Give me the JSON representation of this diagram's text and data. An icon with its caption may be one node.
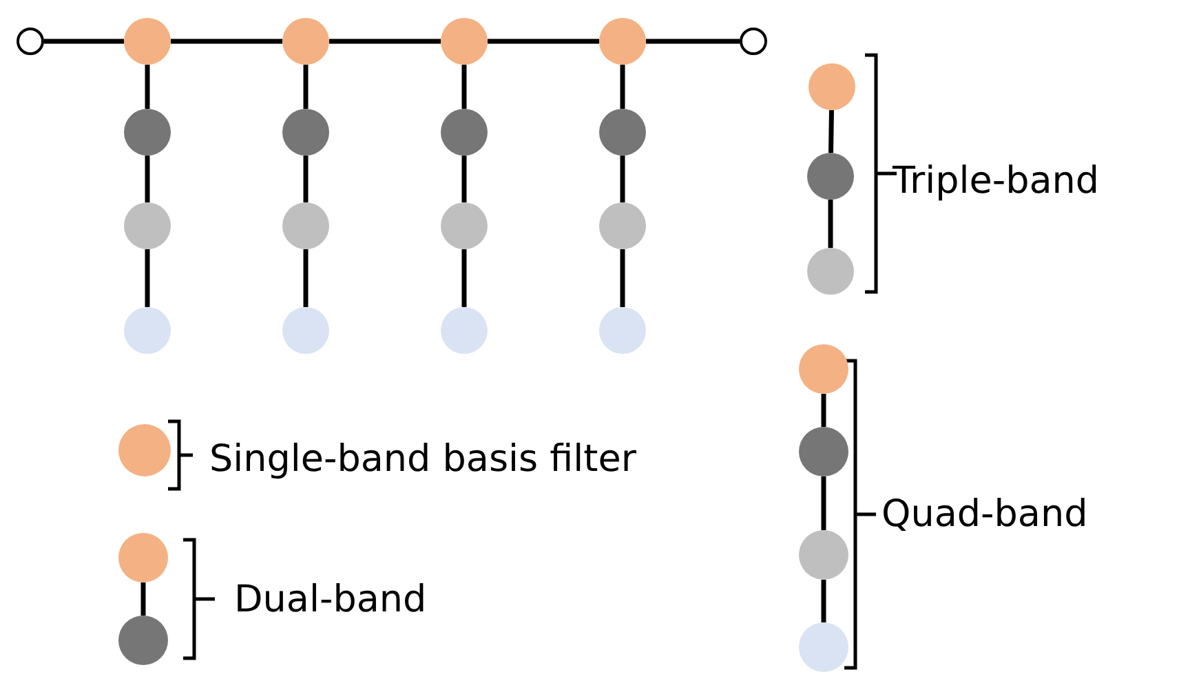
{
  "diagram": {
    "nodes": [
      {
        "text": [],
        "shape": "circle"
      },
      {
        "text": [],
        "shape": "circle"
      },
      {
        "text": [],
        "shape": "circle"
      },
      {
        "text": [],
        "shape": "circle"
      },
      {
        "text": [],
        "shape": "circle"
      },
      {
        "text": [],
        "shape": "circle"
      },
      {
        "text": [],
        "shape": "circle"
      },
      {
        "text": [],
        "shape": "circle"
      },
      {
        "text": [],
        "shape": "circle"
      },
      {
        "text": [],
        "shape": "circle"
      },
      {
        "text": [],
        "shape": "circle"
      },
      {
        "text": [],
        "shape": "circle"
      },
      {
        "text": [],
        "shape": "circle"
      },
      {
        "text": [],
        "shape": "circle"
      },
      {
        "text": [],
        "shape": "circle"
      },
      {
        "text": [],
        "shape": "circle"
      },
      {
        "text": [],
        "shape": "circle"
      },
      {
        "text": [],
        "shape": "circle"
      },
      {
        "text": [],
        "shape": "circle"
      },
      {
        "text": [],
        "shape": "circle"
      },
      {
        "text": [],
        "shape": "circle"
      },
      {
        "text": [],
        "shape": "circle"
      },
      {
        "text": [],
        "shape": "circle"
      },
      {
        "text": [],
        "shape": "circle"
      },
      {
        "text": [],
        "shape": "circle"
      },
      {
        "text": [],
        "shape": "circle"
      },
      {
        "text": [],
        "shape": "circle"
      },
      {
        "text": [],
        "shape": "circle"
      }
    ],
    "edges": [
      {
        "from": 0,
        "to": 1,
        "arrow": "none"
      },
      {
        "from": 1,
        "to": 2,
        "arrow": "none"
      },
      {
        "from": 2,
        "to": 3,
        "arrow": "none"
      },
      {
        "from": 3,
        "to": 4,
        "arrow": "none"
      },
      {
        "from": 4,
        "to": 5,
        "arrow": "none"
      },
      {
        "from": 1,
        "to": 6,
        "arrow": "none"
      },
      {
        "from": 6,
        "to": 7,
        "arrow": "none"
      },
      {
        "from": 7,
        "to": 8,
        "arrow": "none"
      },
      {
        "from": 2,
        "to": 9,
        "arrow": "none"
      },
      {
        "from": 9,
        "to": 10,
        "arrow": "none"
      },
      {
        "from": 10,
        "to": 11,
        "arrow": "none"
      },
      {
        "from": 3,
        "to": 12,
        "arrow": "none"
      },
      {
        "from": 12,
        "to": 13,
        "arrow": "none"
      },
      {
        "from": 13,
        "to": 14,
        "arrow": "none"
      },
      {
        "from": 4,
        "to": 15,
        "arrow": "none"
      },
      {
        "from": 15,
        "to": 16,
        "arrow": "none"
      },
      {
        "from": 16,
        "to": 17,
        "arrow": "none"
      },
      {
        "from": 18,
        "to": 19,
        "arrow": "none"
      },
      {
        "from": 19,
        "to": 20,
        "arrow": "none"
      },
      {
        "from": 21,
        "to": 22,
        "arrow": "none"
      },
      {
        "from": 22,
        "to": 23,
        "arrow": "none"
      },
      {
        "from": 23,
        "to": 24,
        "arrow": "none"
      },
      {
        "from": 26,
        "to": 27,
        "arrow": "none"
      }
    ],
    "labels": [
      "Triple-band",
      "Quad-band",
      "Single-band basis filter",
      "Dual-band"
    ]
  }
}
